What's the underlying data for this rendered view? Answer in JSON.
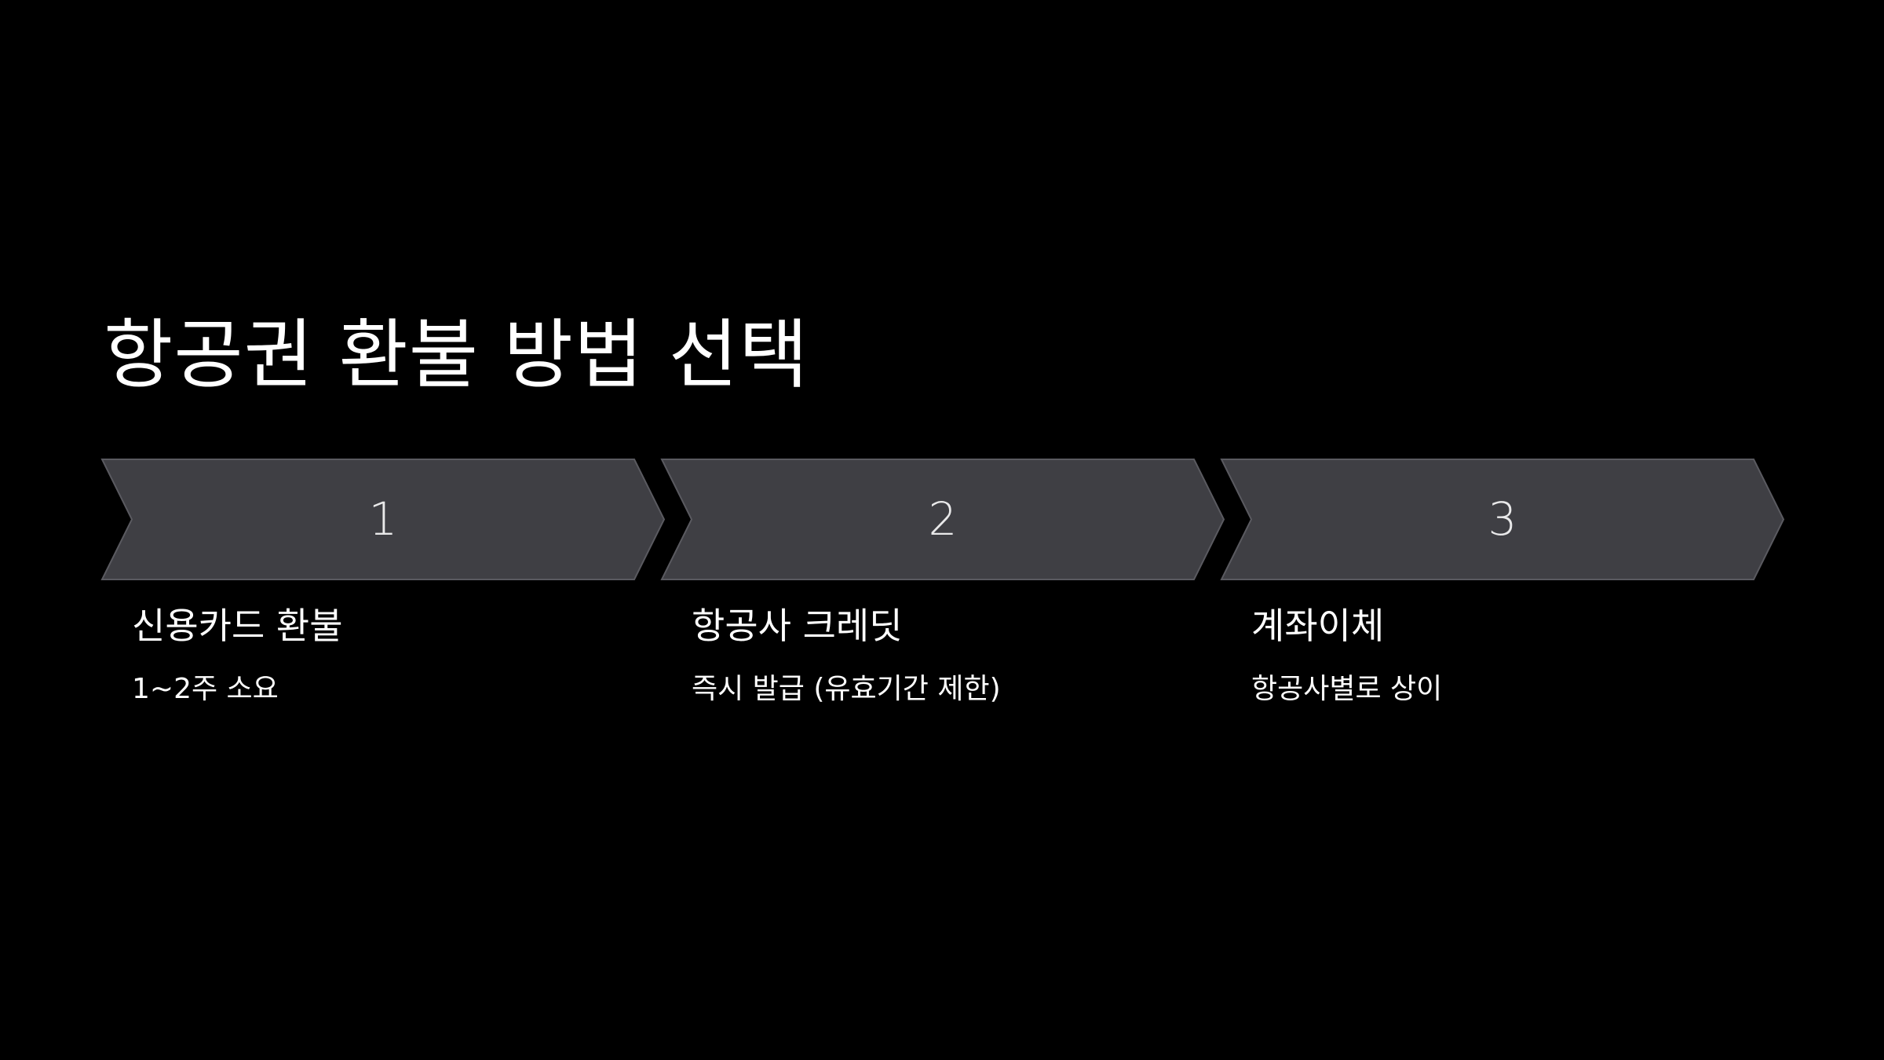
{
  "slide": {
    "title": "항공권 환불 방법 선택",
    "background_color": "#000000",
    "chevron_fill": "#3f3f44",
    "chevron_stroke": "#5a5a60",
    "steps": [
      {
        "number": "1",
        "title": "신용카드 환불",
        "description": "1~2주 소요"
      },
      {
        "number": "2",
        "title": "항공사 크레딧",
        "description": "즉시 발급 (유효기간 제한)"
      },
      {
        "number": "3",
        "title": "계좌이체",
        "description": "항공사별로 상이"
      }
    ]
  }
}
